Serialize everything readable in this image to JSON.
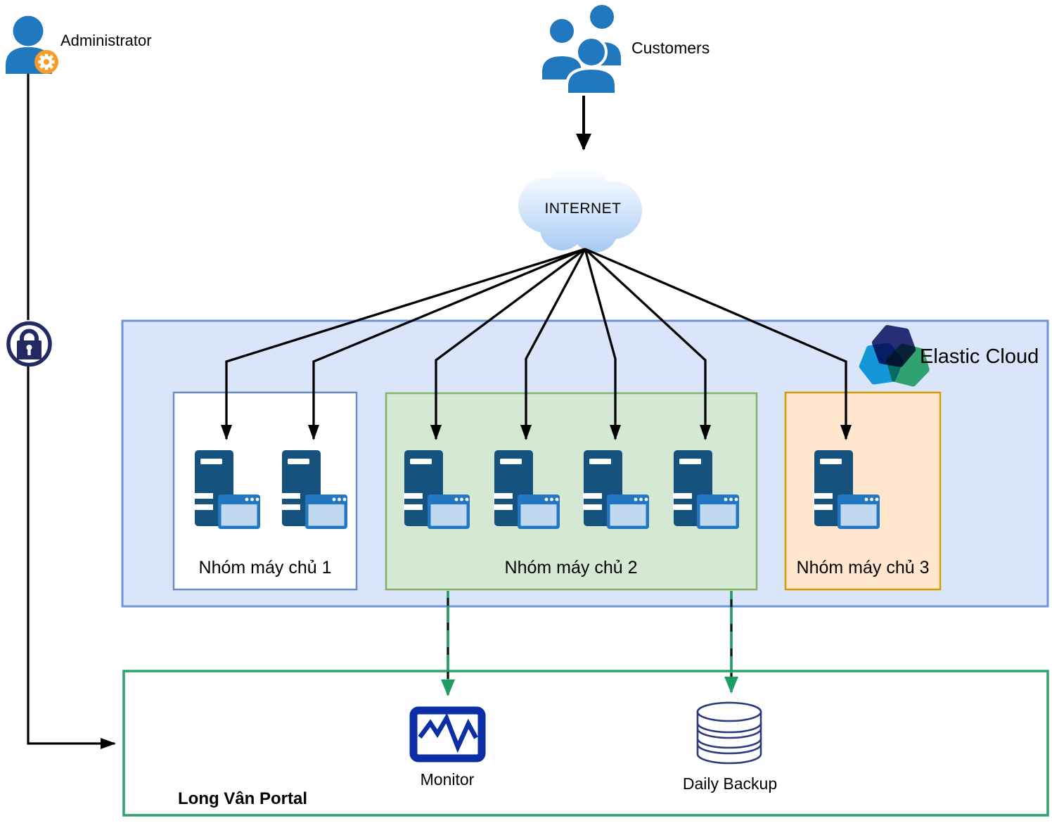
{
  "title": "Long Van cloud architecture diagram",
  "actors": {
    "administrator": "Administrator",
    "customers": "Customers"
  },
  "internet_label": "INTERNET",
  "elastic_cloud_label": "Elastic Cloud",
  "server_groups": [
    {
      "label": "Nhóm máy chủ 1",
      "server_count": 2,
      "fill": "#ffffff",
      "border": "#6c8ebf"
    },
    {
      "label": "Nhóm máy chủ 2",
      "server_count": 4,
      "fill": "#d5e8d4",
      "border": "#82b366"
    },
    {
      "label": "Nhóm máy chủ 3",
      "server_count": 1,
      "fill": "#ffe6cc",
      "border": "#d79b00"
    }
  ],
  "portal": {
    "label": "Long Vân Portal",
    "monitor": "Monitor",
    "backup": "Daily Backup"
  },
  "icons": [
    "admin-user-icon",
    "gear-icon",
    "customers-group-icon",
    "internet-cloud-icon",
    "lock-icon",
    "elastic-cloud-logo-icon",
    "server-icon",
    "app-window-icon",
    "monitor-icon",
    "database-cylinder-icon"
  ],
  "colors": {
    "person_blue": "#2178be",
    "gear_orange": "#f59c27",
    "server_tower_blue": "#15537e",
    "app_window_blue": "#2277c2",
    "lock_navy": "#232a63",
    "monitor_navy": "#0b2da5",
    "database_outline_navy": "#2c3a7e",
    "green_arrow": "#1f9c63",
    "elastic_container_fill": "#dbe5f9",
    "elastic_container_border": "#6e94d8",
    "portal_border_green": "#2fa36f",
    "connector_black": "#000000"
  }
}
